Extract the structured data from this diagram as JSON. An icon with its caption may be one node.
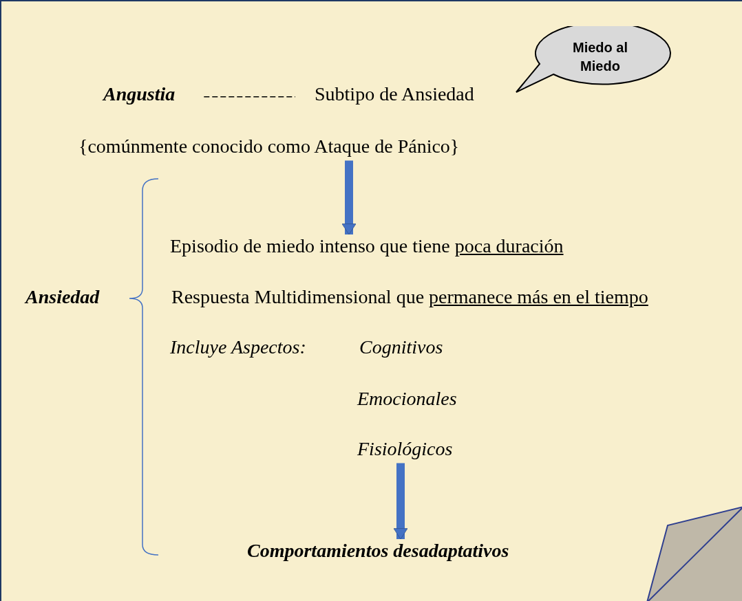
{
  "diagram": {
    "nodes": [
      {
        "text": [
          "Angustia"
        ]
      },
      {
        "text": [
          "Subtipo de Ansiedad"
        ]
      },
      {
        "text": [
          "Miedo al Miedo"
        ]
      },
      {
        "text": [
          "{comúnmente conocido como Ataque de Pánico}"
        ]
      },
      {
        "text": [
          "Episodio de miedo intenso que tiene",
          "poca duración"
        ]
      },
      {
        "text": [
          "Respuesta Multidimensional que",
          "permanece más en el tiempo"
        ]
      },
      {
        "text": [
          "Incluye Aspectos:"
        ]
      },
      {
        "text": [
          "Cognitivos"
        ]
      },
      {
        "text": [
          "Emocionales"
        ]
      },
      {
        "text": [
          "Fisiológicos"
        ]
      },
      {
        "text": [
          "Comportamientos desadaptativos"
        ]
      },
      {
        "text": [
          "Ansiedad"
        ]
      }
    ],
    "edges": [
      {
        "from": 0,
        "to": 1,
        "arrow": "none",
        "style": "dashed",
        "color": "#000000"
      },
      {
        "from": 3,
        "to": 4,
        "arrow": "to"
      },
      {
        "from": 9,
        "to": 10,
        "arrow": "to"
      }
    ]
  }
}
